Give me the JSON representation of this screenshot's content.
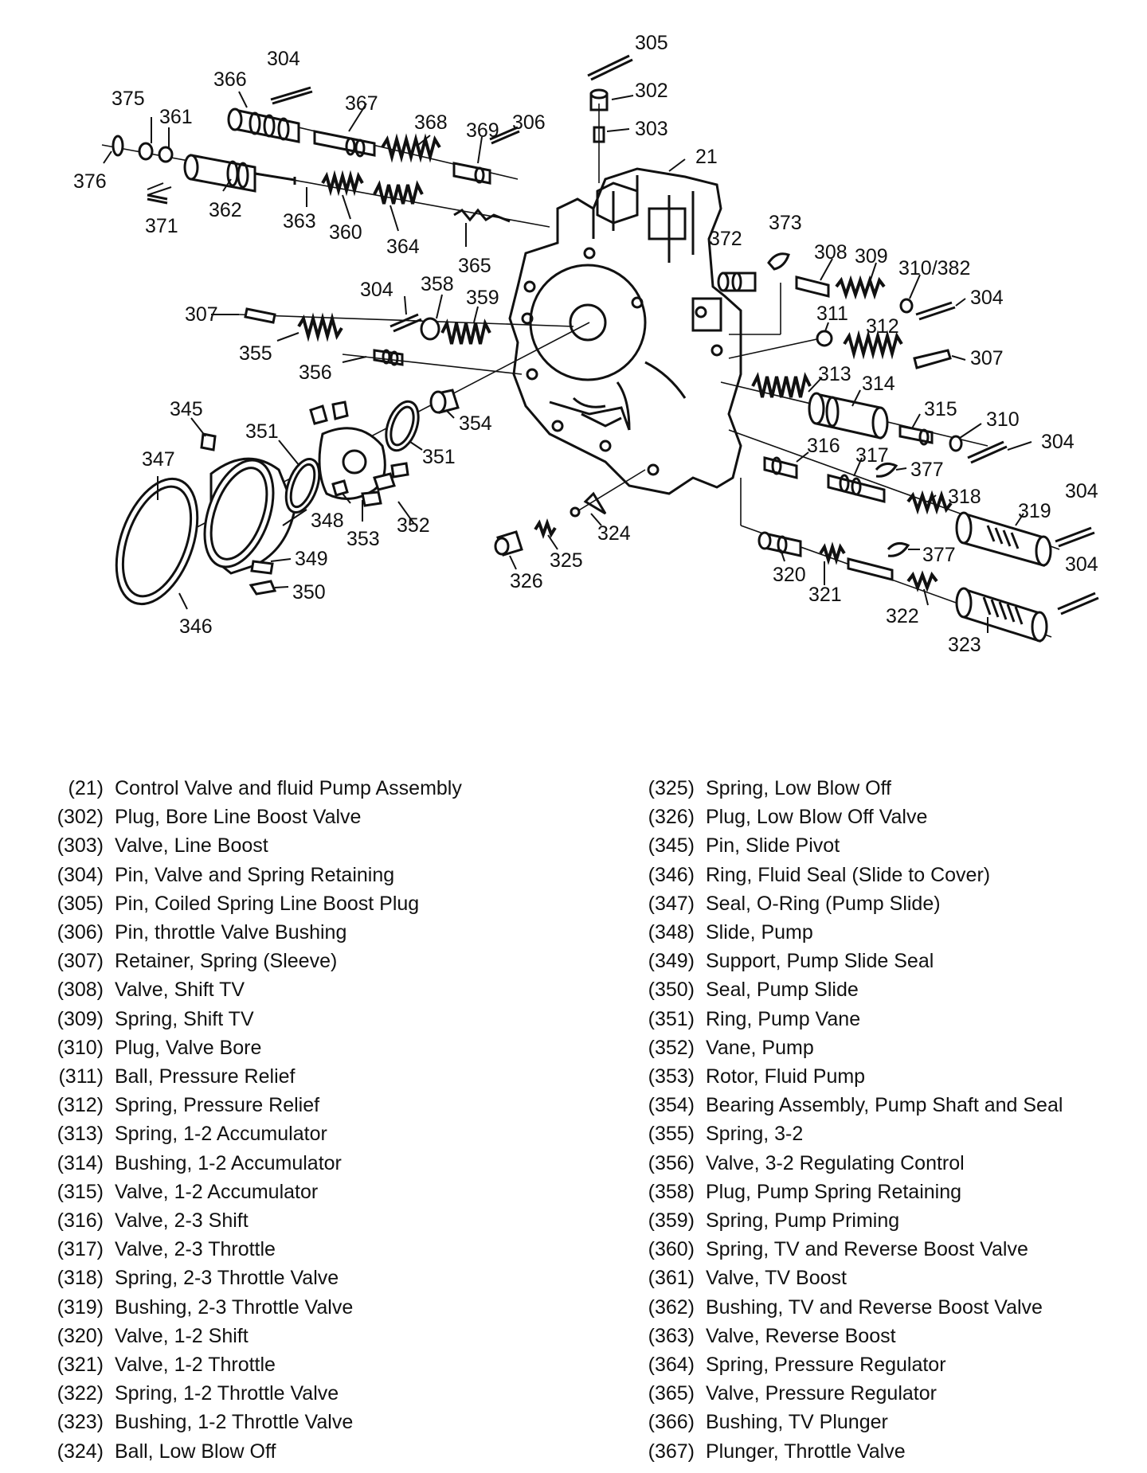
{
  "callouts": [
    {
      "id": "305",
      "label": "305"
    },
    {
      "id": "304a",
      "label": "304"
    },
    {
      "id": "366",
      "label": "366"
    },
    {
      "id": "302",
      "label": "302"
    },
    {
      "id": "375",
      "label": "375"
    },
    {
      "id": "361",
      "label": "361"
    },
    {
      "id": "367",
      "label": "367"
    },
    {
      "id": "368",
      "label": "368"
    },
    {
      "id": "369",
      "label": "369"
    },
    {
      "id": "306",
      "label": "306"
    },
    {
      "id": "303",
      "label": "303"
    },
    {
      "id": "376",
      "label": "376"
    },
    {
      "id": "21",
      "label": "21"
    },
    {
      "id": "371",
      "label": "371"
    },
    {
      "id": "362",
      "label": "362"
    },
    {
      "id": "363",
      "label": "363"
    },
    {
      "id": "360",
      "label": "360"
    },
    {
      "id": "364",
      "label": "364"
    },
    {
      "id": "365",
      "label": "365"
    },
    {
      "id": "372",
      "label": "372"
    },
    {
      "id": "373",
      "label": "373"
    },
    {
      "id": "308",
      "label": "308"
    },
    {
      "id": "309",
      "label": "309"
    },
    {
      "id": "310_382",
      "label": "310/382"
    },
    {
      "id": "304b",
      "label": "304"
    },
    {
      "id": "358",
      "label": "358"
    },
    {
      "id": "359",
      "label": "359"
    },
    {
      "id": "304c",
      "label": "304"
    },
    {
      "id": "307a",
      "label": "307"
    },
    {
      "id": "311",
      "label": "311"
    },
    {
      "id": "312",
      "label": "312"
    },
    {
      "id": "307b",
      "label": "307"
    },
    {
      "id": "355",
      "label": "355"
    },
    {
      "id": "356",
      "label": "356"
    },
    {
      "id": "313",
      "label": "313"
    },
    {
      "id": "314",
      "label": "314"
    },
    {
      "id": "345",
      "label": "345"
    },
    {
      "id": "315",
      "label": "315"
    },
    {
      "id": "354",
      "label": "354"
    },
    {
      "id": "310",
      "label": "310"
    },
    {
      "id": "351a",
      "label": "351"
    },
    {
      "id": "304d",
      "label": "304"
    },
    {
      "id": "316",
      "label": "316"
    },
    {
      "id": "317",
      "label": "317"
    },
    {
      "id": "347",
      "label": "347"
    },
    {
      "id": "351b",
      "label": "351"
    },
    {
      "id": "377a",
      "label": "377"
    },
    {
      "id": "318",
      "label": "318"
    },
    {
      "id": "304e",
      "label": "304"
    },
    {
      "id": "319",
      "label": "319"
    },
    {
      "id": "348",
      "label": "348"
    },
    {
      "id": "352",
      "label": "352"
    },
    {
      "id": "353",
      "label": "353"
    },
    {
      "id": "324",
      "label": "324"
    },
    {
      "id": "349",
      "label": "349"
    },
    {
      "id": "325",
      "label": "325"
    },
    {
      "id": "377b",
      "label": "377"
    },
    {
      "id": "304f",
      "label": "304"
    },
    {
      "id": "326",
      "label": "326"
    },
    {
      "id": "350",
      "label": "350"
    },
    {
      "id": "320",
      "label": "320"
    },
    {
      "id": "321",
      "label": "321"
    },
    {
      "id": "322",
      "label": "322"
    },
    {
      "id": "346",
      "label": "346"
    },
    {
      "id": "323",
      "label": "323"
    }
  ],
  "legend": {
    "left": [
      {
        "num": "(21)",
        "desc": "Control Valve and fluid Pump Assembly"
      },
      {
        "num": "(302)",
        "desc": "Plug, Bore Line Boost Valve"
      },
      {
        "num": "(303)",
        "desc": "Valve, Line Boost"
      },
      {
        "num": "(304)",
        "desc": "Pin, Valve and Spring Retaining"
      },
      {
        "num": "(305)",
        "desc": "Pin, Coiled Spring Line Boost Plug"
      },
      {
        "num": "(306)",
        "desc": "Pin, throttle Valve Bushing"
      },
      {
        "num": "(307)",
        "desc": "Retainer, Spring (Sleeve)"
      },
      {
        "num": "(308)",
        "desc": "Valve, Shift TV"
      },
      {
        "num": "(309)",
        "desc": "Spring, Shift TV"
      },
      {
        "num": "(310)",
        "desc": "Plug, Valve Bore"
      },
      {
        "num": "(311)",
        "desc": "Ball, Pressure Relief"
      },
      {
        "num": "(312)",
        "desc": "Spring, Pressure Relief"
      },
      {
        "num": "(313)",
        "desc": "Spring, 1-2 Accumulator"
      },
      {
        "num": "(314)",
        "desc": "Bushing, 1-2 Accumulator"
      },
      {
        "num": "(315)",
        "desc": "Valve, 1-2 Accumulator"
      },
      {
        "num": "(316)",
        "desc": "Valve, 2-3 Shift"
      },
      {
        "num": "(317)",
        "desc": "Valve, 2-3 Throttle"
      },
      {
        "num": "(318)",
        "desc": "Spring, 2-3 Throttle Valve"
      },
      {
        "num": "(319)",
        "desc": "Bushing, 2-3 Throttle Valve"
      },
      {
        "num": "(320)",
        "desc": "Valve, 1-2 Shift"
      },
      {
        "num": "(321)",
        "desc": "Valve, 1-2 Throttle"
      },
      {
        "num": "(322)",
        "desc": "Spring, 1-2 Throttle Valve"
      },
      {
        "num": "(323)",
        "desc": "Bushing, 1-2 Throttle Valve"
      },
      {
        "num": "(324)",
        "desc": "Ball, Low Blow Off"
      }
    ],
    "right": [
      {
        "num": "(325)",
        "desc": "Spring, Low Blow Off"
      },
      {
        "num": "(326)",
        "desc": "Plug, Low Blow Off Valve"
      },
      {
        "num": "(345)",
        "desc": "Pin, Slide Pivot"
      },
      {
        "num": "(346)",
        "desc": "Ring, Fluid Seal (Slide to Cover)"
      },
      {
        "num": "(347)",
        "desc": "Seal, O-Ring (Pump Slide)"
      },
      {
        "num": "(348)",
        "desc": "Slide, Pump"
      },
      {
        "num": "(349)",
        "desc": "Support, Pump Slide Seal"
      },
      {
        "num": "(350)",
        "desc": "Seal, Pump Slide"
      },
      {
        "num": "(351)",
        "desc": "Ring, Pump Vane"
      },
      {
        "num": "(352)",
        "desc": "Vane, Pump"
      },
      {
        "num": "(353)",
        "desc": "Rotor, Fluid Pump"
      },
      {
        "num": "(354)",
        "desc": "Bearing Assembly, Pump Shaft and Seal"
      },
      {
        "num": "(355)",
        "desc": "Spring, 3-2"
      },
      {
        "num": "(356)",
        "desc": "Valve, 3-2 Regulating Control"
      },
      {
        "num": "(358)",
        "desc": "Plug, Pump Spring Retaining"
      },
      {
        "num": "(359)",
        "desc": "Spring, Pump Priming"
      },
      {
        "num": "(360)",
        "desc": "Spring, TV and Reverse Boost Valve"
      },
      {
        "num": "(361)",
        "desc": "Valve, TV Boost"
      },
      {
        "num": "(362)",
        "desc": "Bushing, TV and Reverse Boost Valve"
      },
      {
        "num": "(363)",
        "desc": "Valve, Reverse Boost"
      },
      {
        "num": "(364)",
        "desc": "Spring, Pressure Regulator"
      },
      {
        "num": "(365)",
        "desc": "Valve, Pressure Regulator"
      },
      {
        "num": "(366)",
        "desc": "Bushing, TV Plunger"
      },
      {
        "num": "(367)",
        "desc": "Plunger, Throttle Valve"
      }
    ]
  }
}
